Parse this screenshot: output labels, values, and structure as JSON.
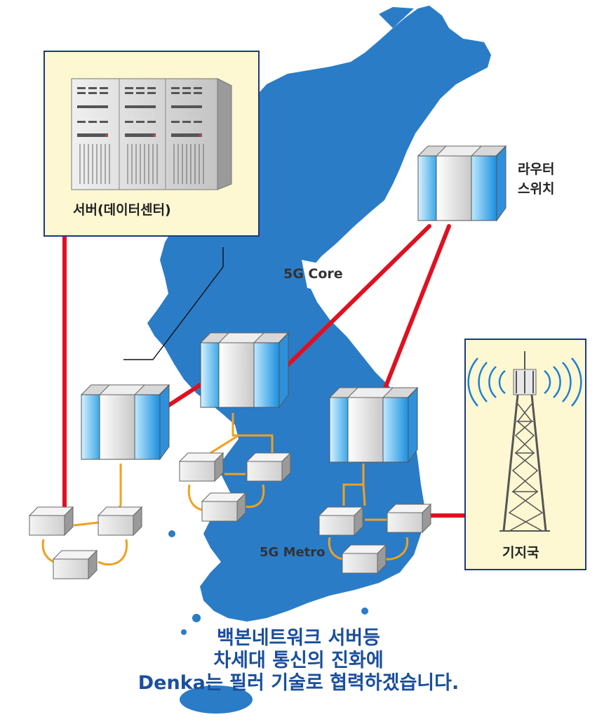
{
  "labels": {
    "server_datacenter": "서버(데이터센터)",
    "router_switch_line1": "라우터",
    "router_switch_line2": "스위치",
    "core": "5G Core",
    "metro": "5G Metro",
    "base_station": "기지국"
  },
  "caption": {
    "line1": "백본네트워크 서버등",
    "line2": "차세대 통신의 진화에",
    "line3": "Denka는 필러 기술로 협력하겠습니다."
  },
  "colors": {
    "map_blue": "#2a7cc7",
    "link_red": "#e01020",
    "ring_orange": "#f0a020",
    "panel_bg": "#fdf7d2",
    "panel_border": "#1a3a7a",
    "caption_blue": "#1a4f9c"
  }
}
